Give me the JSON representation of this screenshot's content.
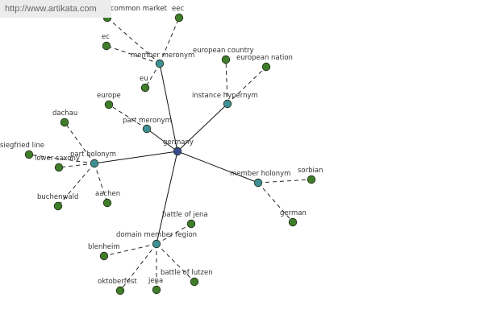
{
  "banner": {
    "url": "http://www.artikata.com"
  },
  "colors": {
    "center": "#3a4a8e",
    "relation": "#3f8f94",
    "leaf": "#3f7d2b",
    "edge": "#111111",
    "background": "#ffffff"
  },
  "graph": {
    "center": {
      "id": "germany",
      "label": "germany"
    },
    "relations": [
      {
        "id": "member-meronym",
        "label": "member meronym",
        "leaves": [
          {
            "id": "common-market",
            "label": "common market"
          },
          {
            "id": "eec",
            "label": "eec"
          },
          {
            "id": "ec",
            "label": "ec"
          },
          {
            "id": "eu",
            "label": "eu"
          }
        ]
      },
      {
        "id": "instance-hypernym",
        "label": "instance hypernym",
        "leaves": [
          {
            "id": "european-country",
            "label": "european country"
          },
          {
            "id": "european-nation",
            "label": "european nation"
          }
        ]
      },
      {
        "id": "part-meronym",
        "label": "part meronym",
        "leaves": [
          {
            "id": "europe",
            "label": "europe"
          }
        ]
      },
      {
        "id": "part-holonym",
        "label": "part holonym",
        "leaves": [
          {
            "id": "dachau",
            "label": "dachau"
          },
          {
            "id": "siegfried-line",
            "label": "siegfried line"
          },
          {
            "id": "lower-saxony",
            "label": "lower saxony"
          },
          {
            "id": "buchenwald",
            "label": "buchenwald"
          },
          {
            "id": "aachen",
            "label": "aachen"
          }
        ]
      },
      {
        "id": "member-holonym",
        "label": "member holonym",
        "leaves": [
          {
            "id": "sorbian",
            "label": "sorbian"
          },
          {
            "id": "german",
            "label": "german"
          }
        ]
      },
      {
        "id": "domain-member-region",
        "label": "domain member region",
        "leaves": [
          {
            "id": "battle-of-jena",
            "label": "battle of jena"
          },
          {
            "id": "blenheim",
            "label": "blenheim"
          },
          {
            "id": "oktoberfest",
            "label": "oktoberfest"
          },
          {
            "id": "jena",
            "label": "jena"
          },
          {
            "id": "battle-of-lutzen",
            "label": "battle of lutzen"
          }
        ]
      }
    ]
  }
}
